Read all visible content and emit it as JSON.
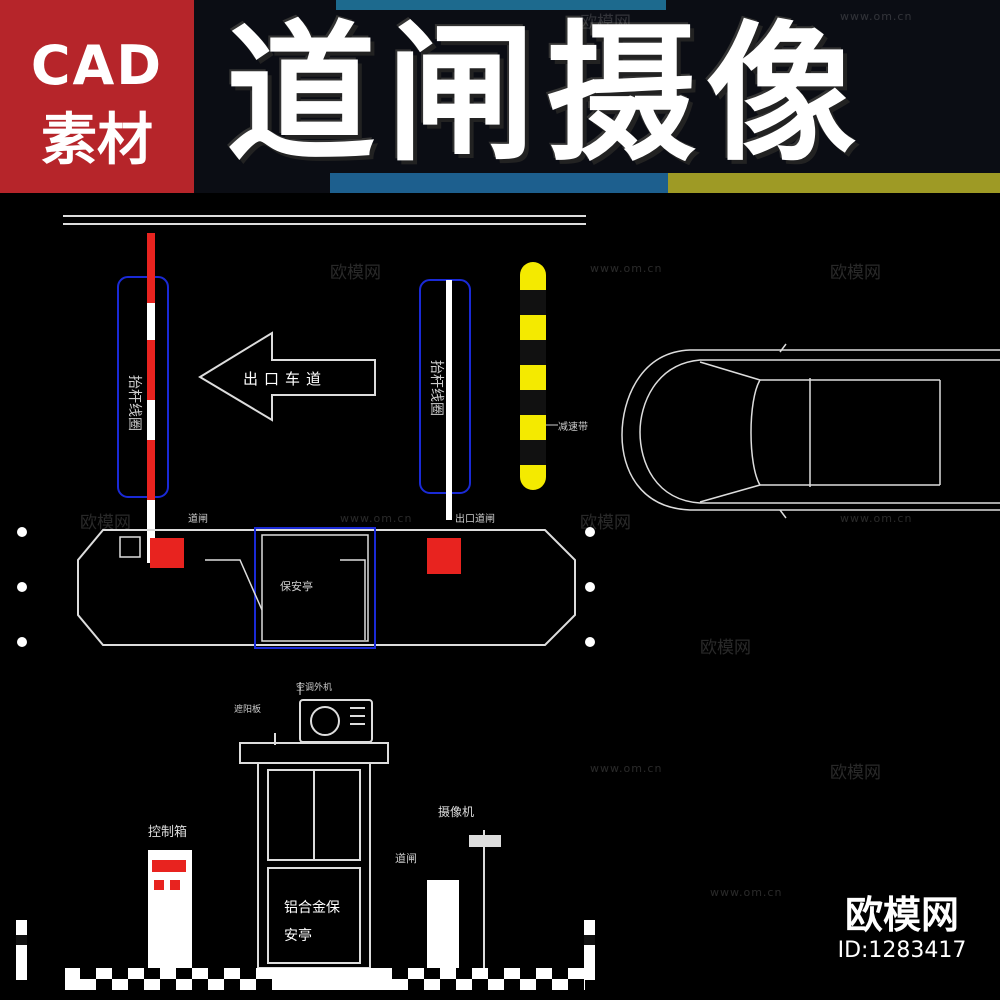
{
  "banner": {
    "badge_line1": "CAD",
    "badge_line2": "素材",
    "title": "道闸摄像"
  },
  "drawing": {
    "arrow_label": "出口车道",
    "lane_label_left": "抬杆线圈",
    "lane_label_right": "抬杆线圈",
    "speed_bump_label": "减速带",
    "gate_label_left": "道闸",
    "gate_label_right": "出口道闸",
    "booth_plan_label": "保安亭",
    "aircon_label": "空调外机",
    "awning_label": "遮阳板",
    "control_box_label": "控制箱",
    "camera_label": "摄像机",
    "barrier_label": "道闸",
    "booth_label_line1": "铝合金保",
    "booth_label_line2": "安亭"
  },
  "watermarks": {
    "brand": "欧模网",
    "url": "www.om.cn"
  },
  "brand_overlay": {
    "name": "欧模网",
    "id": "ID:1283417"
  },
  "colors": {
    "badge": "#b6252a",
    "teal_stripe": "#1d5f8e",
    "olive_stripe": "#9e9a25",
    "cad_line": "#ffffff",
    "cad_red": "#e8231f",
    "cad_blue": "#1a2ad6",
    "cad_yellow": "#f4ea00"
  }
}
